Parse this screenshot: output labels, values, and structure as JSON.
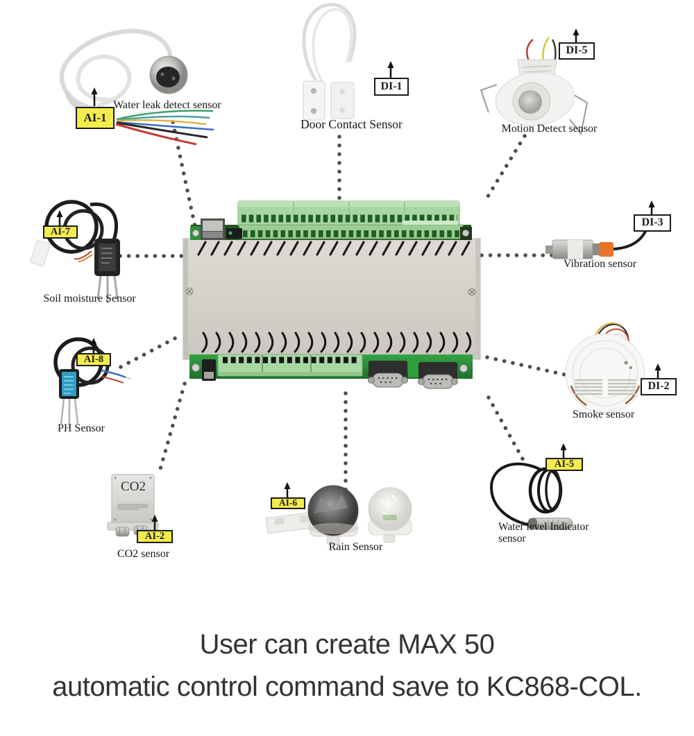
{
  "caption": {
    "line1": "User can create MAX 50",
    "line2": "automatic control command save to KC868-COL."
  },
  "colors": {
    "background": "#ffffff",
    "analog_tag_bg": "#f3ec4e",
    "digital_tag_bg": "#ffffff",
    "tag_border": "#1b1b1b",
    "dotted_line": "#4d4d4d",
    "caption_text": "#333333",
    "terminal_block_green": "#a9d7a3",
    "pcb_green": "#2f9e3c",
    "enclosure_beige": "#d4d4cc",
    "vibration_connector_orange": "#e8732a",
    "ph_body_blue": "#2e9ec4"
  },
  "sensors": [
    {
      "channel": "AI-1",
      "label": "Water leak detect sensor",
      "tag_style": "yellow"
    },
    {
      "channel": "DI-1",
      "label": "Door Contact Sensor",
      "tag_style": "white"
    },
    {
      "channel": "DI-5",
      "label": "Motion Detect sensor",
      "tag_style": "white"
    },
    {
      "channel": "AI-7",
      "label": "Soil moisture Sensor",
      "tag_style": "yellow"
    },
    {
      "channel": "DI-3",
      "label": "Vibration sensor",
      "tag_style": "white"
    },
    {
      "channel": "AI-8",
      "label": "PH Sensor",
      "tag_style": "yellow"
    },
    {
      "channel": "DI-2",
      "label": "Smoke sensor",
      "tag_style": "white"
    },
    {
      "channel": "AI-2",
      "label": "CO2 sensor",
      "device_text": "CO2",
      "tag_style": "yellow"
    },
    {
      "channel": "AI-6",
      "label": "Rain Sensor",
      "tag_style": "yellow"
    },
    {
      "channel": "AI-5",
      "label": "Water level Indicator sensor",
      "tag_style": "yellow"
    }
  ]
}
